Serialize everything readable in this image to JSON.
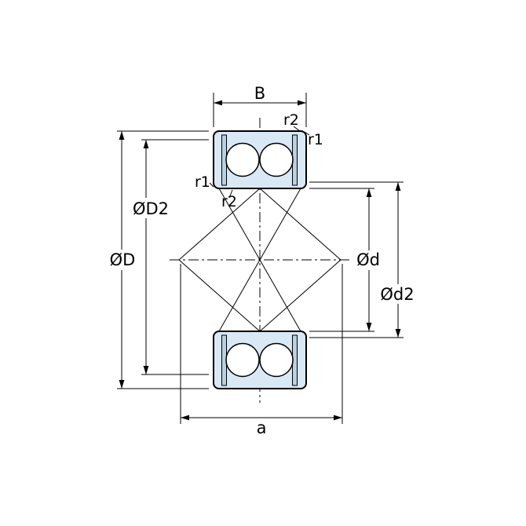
{
  "colors": {
    "line": "#000000",
    "bearing_fill": "#d9e8f5",
    "seal_fill": "#b9cfe2",
    "ball_fill": "#ffffff",
    "background": "#ffffff"
  },
  "labels": {
    "width_B": "B",
    "r2_top": "r2",
    "r1_top": "r1",
    "r1_left": "r1",
    "r2_left": "r2",
    "dia_D2": "ØD2",
    "dia_D": "ØD",
    "dia_d": "Ød",
    "dia_d2": "Ød2",
    "span_a": "a"
  }
}
